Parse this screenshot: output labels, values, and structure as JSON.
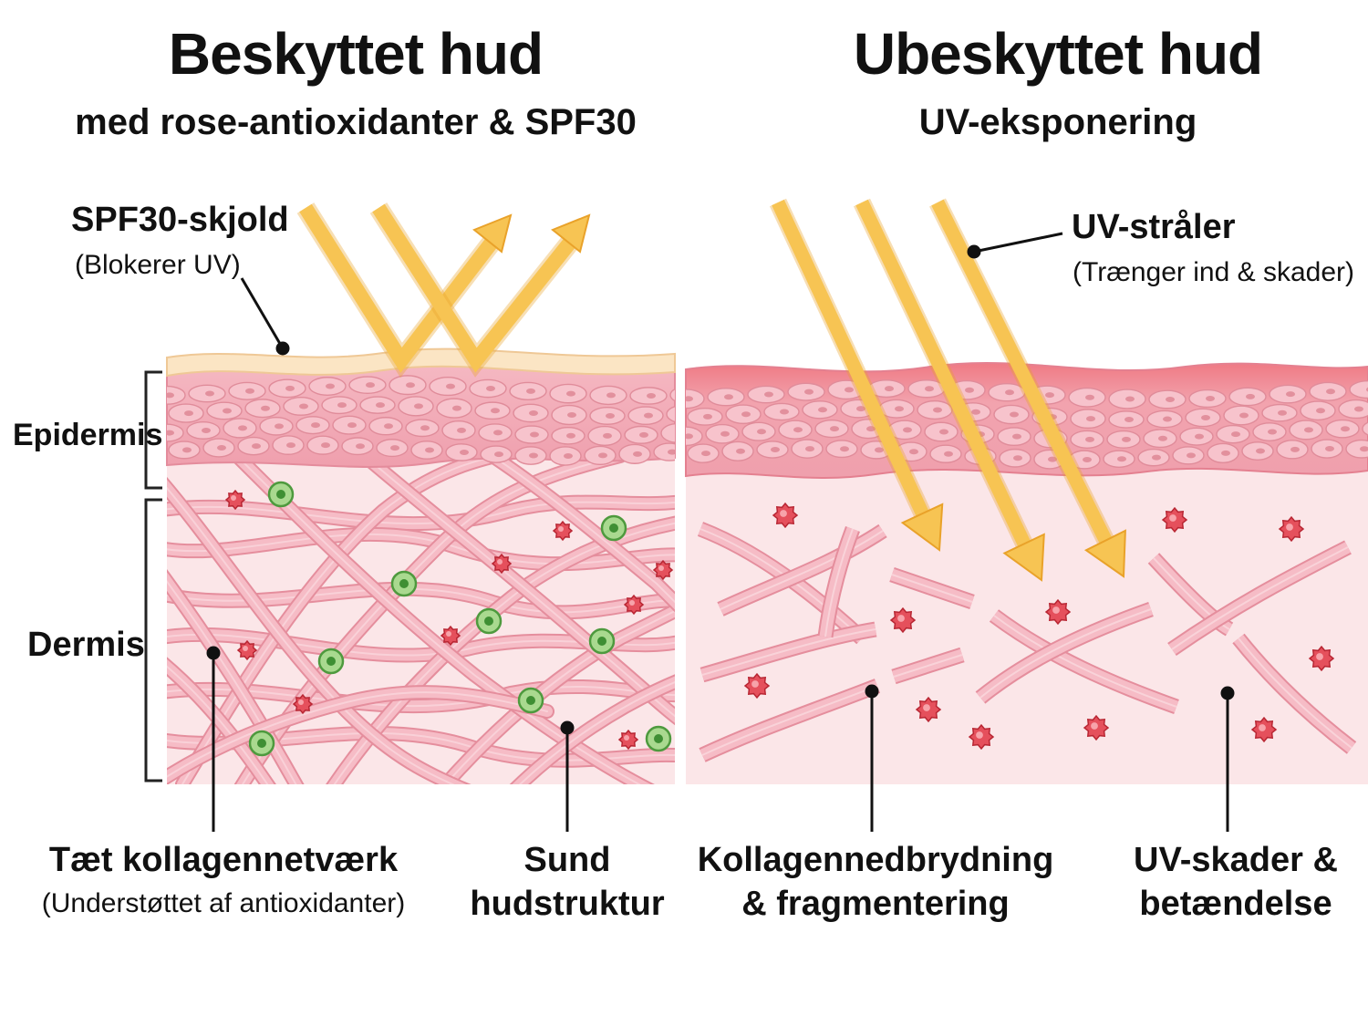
{
  "left_panel": {
    "title": "Beskyttet hud",
    "subtitle": "med rose-antioxidanter & SPF30",
    "shield_label": "SPF30-skjold",
    "shield_note": "(Blokerer UV)",
    "layer_epidermis": "Epidermis",
    "layer_dermis": "Dermis",
    "collagen_label": "Tæt kollagennetværk",
    "collagen_note": "(Understøttet af antioxidanter)",
    "structure_label_line1": "Sund",
    "structure_label_line2": "hudstruktur"
  },
  "right_panel": {
    "title": "Ubeskyttet hud",
    "subtitle": "UV-eksponering",
    "rays_label": "UV-stråler",
    "rays_note": "(Trænger ind & skader)",
    "breakdown_label_line1": "Kollagennedbrydning",
    "breakdown_label_line2": "& fragmentering",
    "damage_label_line1": "UV-skader &",
    "damage_label_line2": "betændelse"
  },
  "colors": {
    "uv_ray": "#f7c04a",
    "uv_ray_outline": "#e9a22a",
    "shield": "#fbe6c8",
    "epidermis": "#f2a9b6",
    "dermis_bg": "#fbe3e5",
    "collagen": "#f1a9b4",
    "antioxidant_cell": "#7cc36a",
    "free_radical": "#e0404e",
    "inflammation": "#f35a63"
  }
}
